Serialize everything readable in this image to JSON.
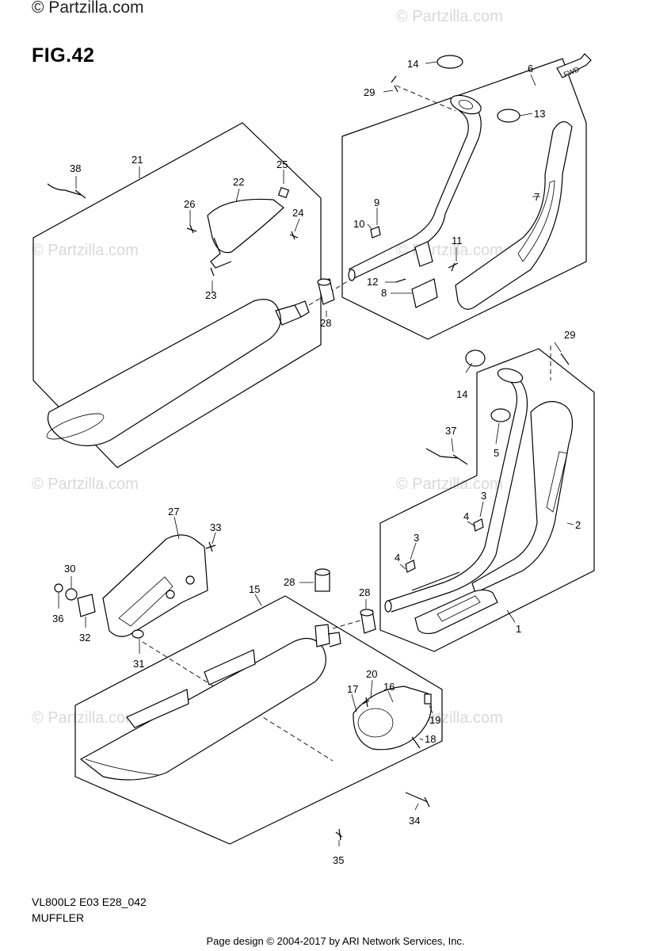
{
  "watermark": {
    "top": "© Partzilla.com",
    "repeat": "© Partzilla.com"
  },
  "figure_title": "FIG.42",
  "fwd_label": "FWD",
  "callouts": [
    "1",
    "2",
    "3",
    "3",
    "4",
    "4",
    "5",
    "6",
    "7",
    "8",
    "9",
    "10",
    "11",
    "12",
    "13",
    "14",
    "14",
    "15",
    "16",
    "17",
    "18",
    "19",
    "20",
    "21",
    "22",
    "23",
    "24",
    "25",
    "26",
    "27",
    "28",
    "28",
    "28",
    "29",
    "29",
    "30",
    "31",
    "32",
    "33",
    "34",
    "35",
    "36",
    "37",
    "38"
  ],
  "model_code": "VL800L2 E03 E28_042",
  "caption": "MUFFLER",
  "footer": "Page design © 2004-2017 by ARI Network Services, Inc."
}
